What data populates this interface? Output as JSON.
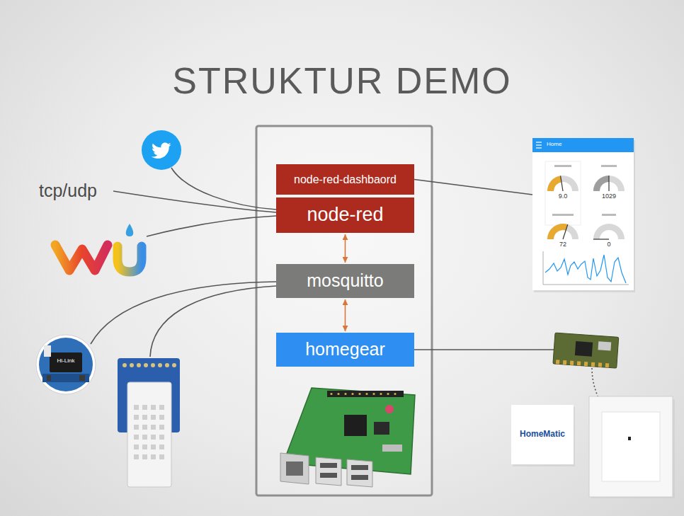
{
  "diagram": {
    "title": "STRUKTUR DEMO",
    "nodes": [
      {
        "text": [
          "node-red-dashbaord"
        ]
      },
      {
        "text": [
          "node-red"
        ]
      },
      {
        "text": [
          "mosquitto"
        ]
      },
      {
        "text": [
          "homegear"
        ]
      },
      {
        "text": [
          "Home",
          "9.0",
          "1029",
          "72",
          "0"
        ]
      },
      {
        "text": [
          "HomeMatic"
        ]
      }
    ],
    "edges": [
      {
        "from": 0,
        "to": 4,
        "arrow": "none"
      },
      {
        "from": 1,
        "to": 2,
        "arrow": "both"
      },
      {
        "from": 2,
        "to": 3,
        "arrow": "both"
      }
    ],
    "labels": [
      "tcp/udp",
      "Hi-Link"
    ]
  }
}
